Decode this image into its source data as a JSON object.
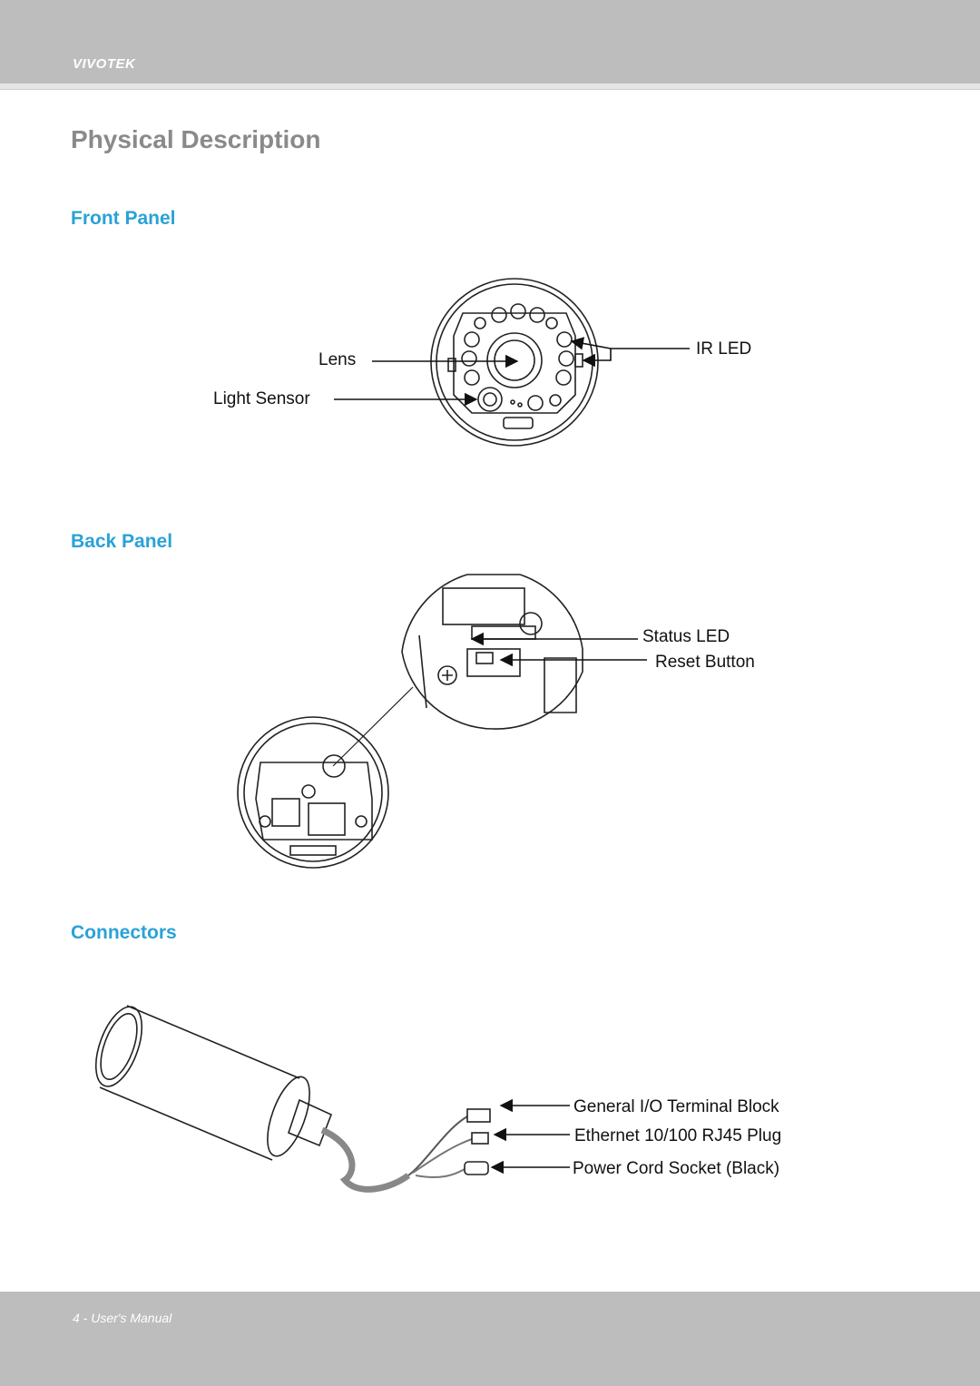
{
  "header": {
    "brand": "VIVOTEK"
  },
  "page_title": "Physical Description",
  "sections": {
    "front_panel": {
      "heading": "Front Panel",
      "labels": {
        "lens": "Lens",
        "light_sensor": "Light Sensor",
        "ir_led": "IR LED"
      }
    },
    "back_panel": {
      "heading": "Back Panel",
      "labels": {
        "status_led": "Status LED",
        "reset_button": "Reset Button"
      }
    },
    "connectors": {
      "heading": "Connectors",
      "labels": {
        "io_block": "General I/O Terminal Block",
        "ethernet": "Ethernet 10/100 RJ45 Plug",
        "power": "Power Cord Socket (Black)"
      }
    }
  },
  "footer": {
    "page_label": "4 - User's Manual"
  }
}
